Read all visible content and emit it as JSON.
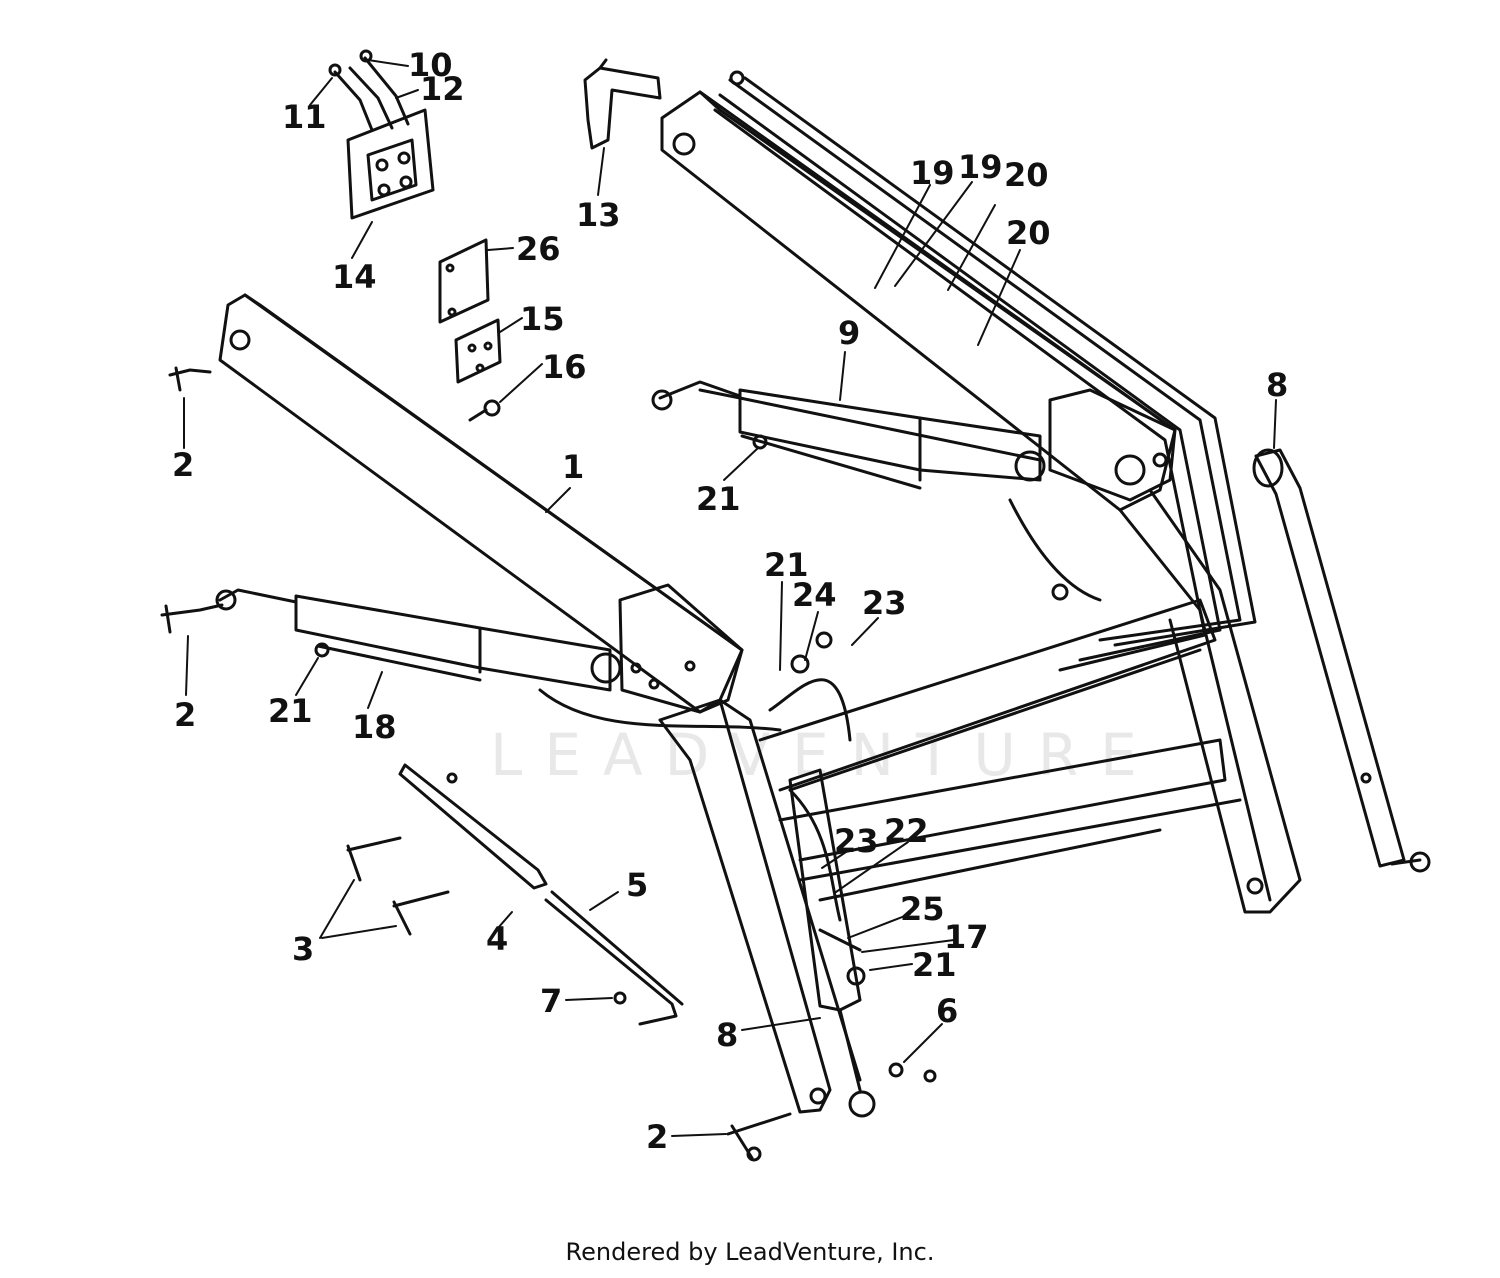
{
  "colors": {
    "ink": "#111111",
    "watermark": "#e6e6e6",
    "background": "#ffffff"
  },
  "watermark": {
    "text": "LEADVENTURE"
  },
  "footer": {
    "text": "Rendered by LeadVenture, Inc."
  },
  "callouts": [
    {
      "id": "c10",
      "label": "10"
    },
    {
      "id": "c11",
      "label": "11"
    },
    {
      "id": "c12",
      "label": "12"
    },
    {
      "id": "c13",
      "label": "13"
    },
    {
      "id": "c14",
      "label": "14"
    },
    {
      "id": "c19a",
      "label": "19"
    },
    {
      "id": "c19b",
      "label": "19"
    },
    {
      "id": "c20a",
      "label": "20"
    },
    {
      "id": "c20b",
      "label": "20"
    },
    {
      "id": "c26",
      "label": "26"
    },
    {
      "id": "c15",
      "label": "15"
    },
    {
      "id": "c16",
      "label": "16"
    },
    {
      "id": "c9",
      "label": "9"
    },
    {
      "id": "c2a",
      "label": "2"
    },
    {
      "id": "c1",
      "label": "1"
    },
    {
      "id": "c8a",
      "label": "8"
    },
    {
      "id": "c21a",
      "label": "21"
    },
    {
      "id": "c21b",
      "label": "21"
    },
    {
      "id": "c24",
      "label": "24"
    },
    {
      "id": "c23a",
      "label": "23"
    },
    {
      "id": "c2b",
      "label": "2"
    },
    {
      "id": "c21c",
      "label": "21"
    },
    {
      "id": "c18",
      "label": "18"
    },
    {
      "id": "c23b",
      "label": "23"
    },
    {
      "id": "c22",
      "label": "22"
    },
    {
      "id": "c5",
      "label": "5"
    },
    {
      "id": "c3",
      "label": "3"
    },
    {
      "id": "c4",
      "label": "4"
    },
    {
      "id": "c25",
      "label": "25"
    },
    {
      "id": "c17",
      "label": "17"
    },
    {
      "id": "c21d",
      "label": "21"
    },
    {
      "id": "c7",
      "label": "7"
    },
    {
      "id": "c6",
      "label": "6"
    },
    {
      "id": "c8b",
      "label": "8"
    },
    {
      "id": "c2c",
      "label": "2"
    }
  ]
}
